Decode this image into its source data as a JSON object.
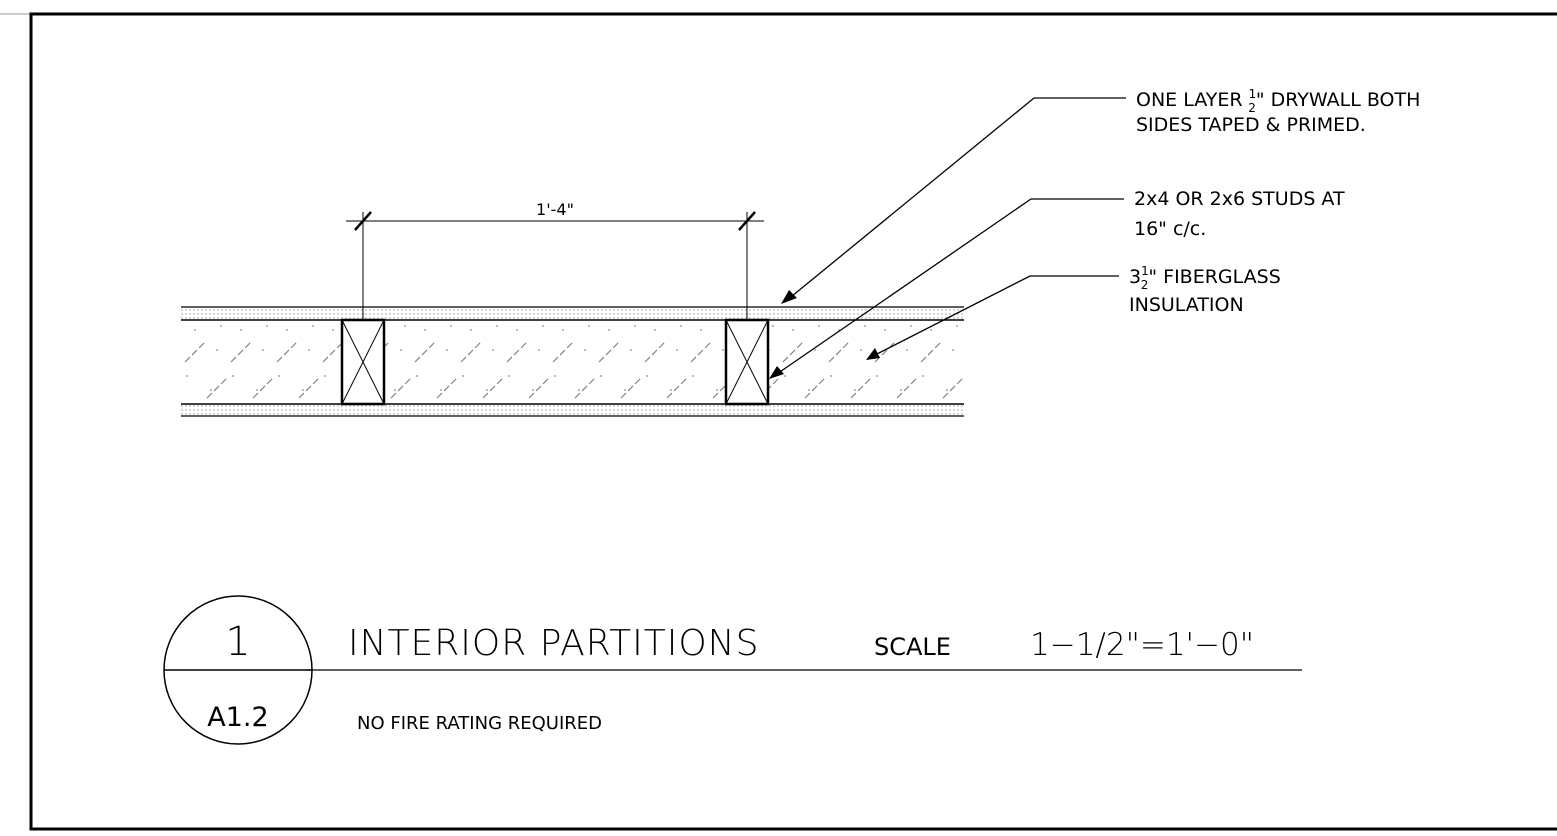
{
  "drawing": {
    "callouts": {
      "drywall": {
        "line1_before": "ONE LAYER ",
        "frac_num": "1",
        "frac_den": "2",
        "line1_after": "\" DRYWALL BOTH",
        "line2": "SIDES TAPED & PRIMED."
      },
      "studs": {
        "line1": "2x4 OR 2x6 STUDS AT",
        "line2": "16\" c/c."
      },
      "insulation": {
        "line1_before": "3",
        "frac_num": "1",
        "frac_den": "2",
        "line1_after": "\" FIBERGLASS",
        "line2": "INSULATION"
      }
    },
    "dimension": {
      "label": "1'-4\""
    },
    "title_block": {
      "detail_number": "1",
      "sheet_number": "A1.2",
      "title": "INTERIOR PARTITIONS",
      "scale_label": "SCALE",
      "scale_value": "1−1/2\"=1'−0\"",
      "subtitle": "NO FIRE RATING REQUIRED"
    },
    "colors": {
      "ink": "#000000",
      "insulation_hatch": "#7a7a7a",
      "drywall_fill": "#d9d9d9",
      "paper": "#ffffff"
    }
  }
}
